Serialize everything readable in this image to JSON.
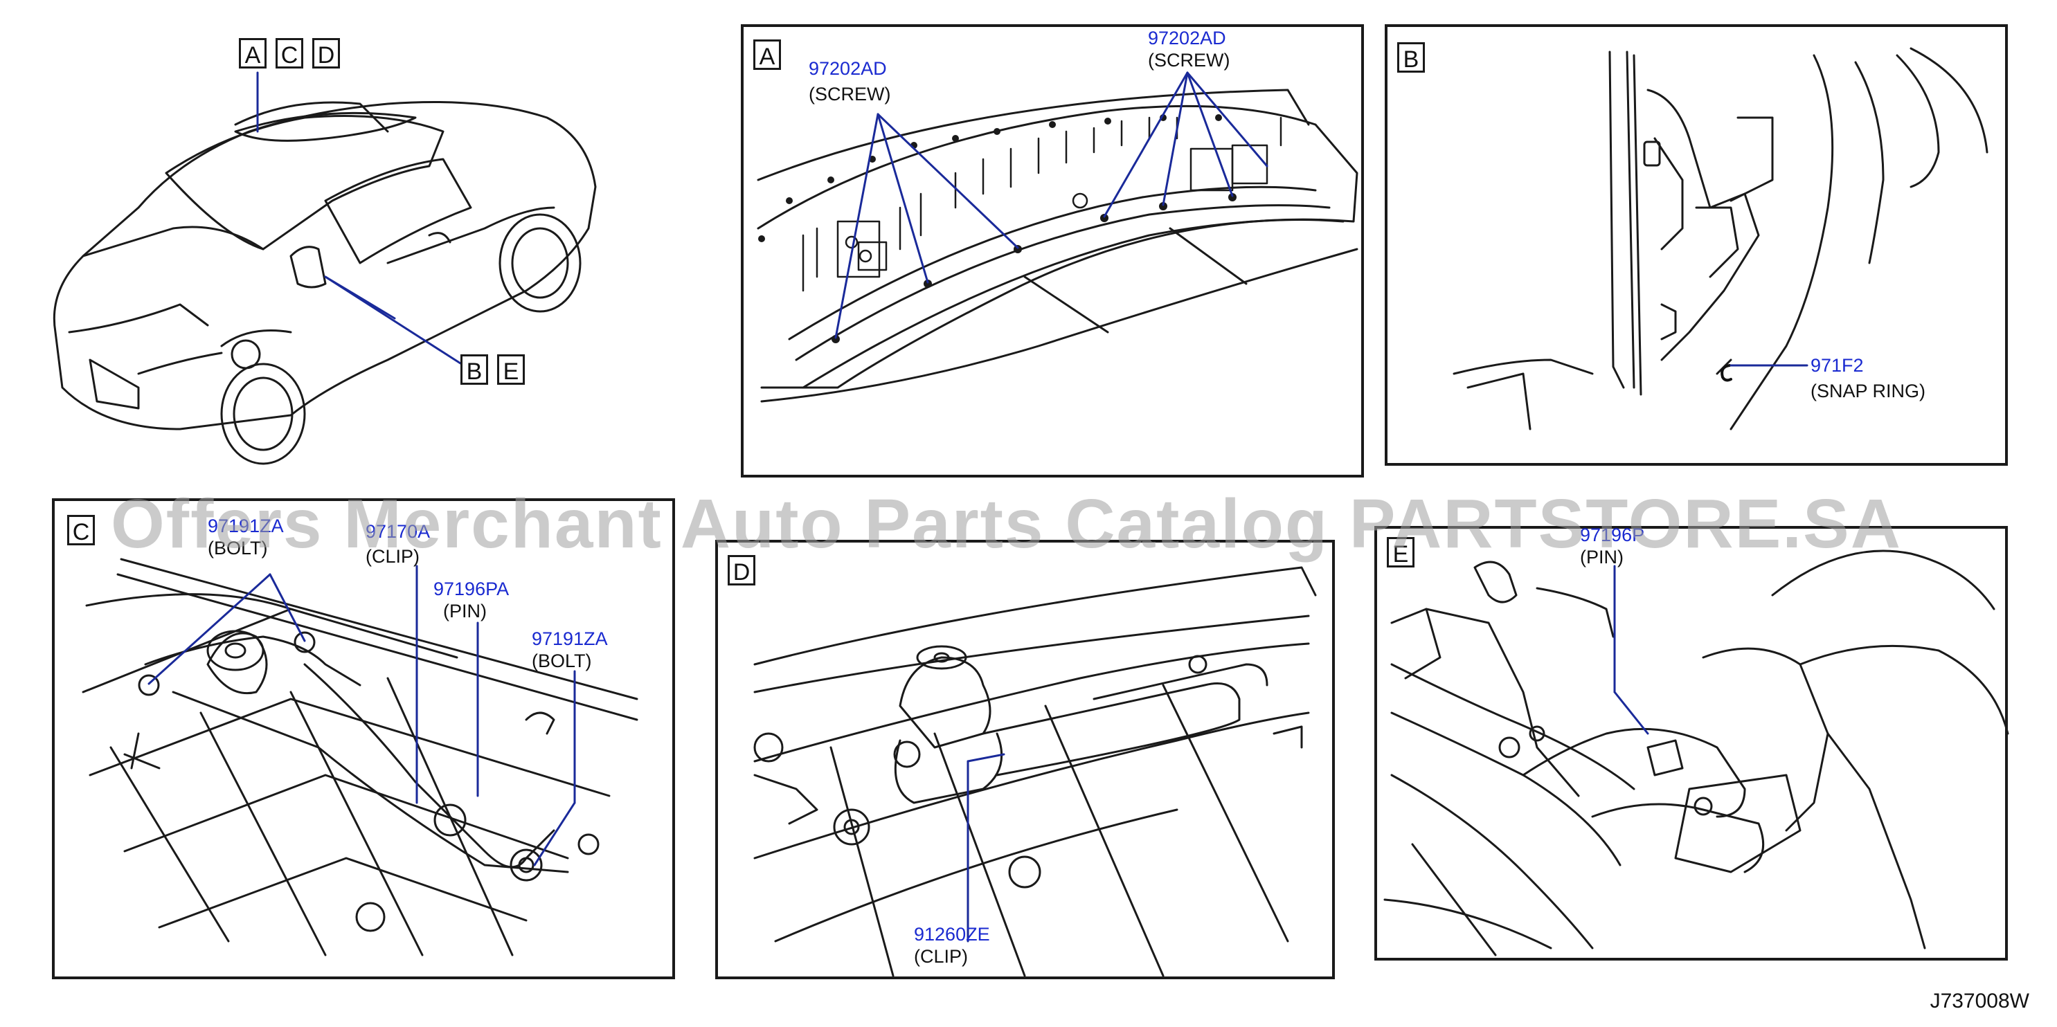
{
  "overview": {
    "labels_top": [
      "A",
      "C",
      "D"
    ],
    "labels_bottom": [
      "B",
      "E"
    ]
  },
  "panels": {
    "A": {
      "letter": "A",
      "callouts": [
        {
          "part": "97202AD",
          "desc": "(SCREW)"
        },
        {
          "part": "97202AD",
          "desc": "(SCREW)"
        }
      ]
    },
    "B": {
      "letter": "B",
      "callouts": [
        {
          "part": "971F2",
          "desc": "(SNAP   RING)"
        }
      ]
    },
    "C": {
      "letter": "C",
      "callouts": [
        {
          "part": "97191ZA",
          "desc": "(BOLT)"
        },
        {
          "part": "97170A",
          "desc": "(CLIP)"
        },
        {
          "part": "97196PA",
          "desc": "(PIN)"
        },
        {
          "part": "97191ZA",
          "desc": "(BOLT)"
        }
      ]
    },
    "D": {
      "letter": "D",
      "callouts": [
        {
          "part": "91260ZE",
          "desc": "(CLIP)"
        }
      ]
    },
    "E": {
      "letter": "E",
      "callouts": [
        {
          "part": "97196P",
          "desc": "(PIN)"
        }
      ]
    }
  },
  "watermark": "Offers Merchant Auto Parts Catalog PARTSTORE.SA",
  "diagram_code": "J737008W",
  "colors": {
    "callout_text": "#1a2ad0",
    "leader_line": "#1a2a9a",
    "outline": "#1a1a1a",
    "watermark": "#a0a0a0"
  }
}
